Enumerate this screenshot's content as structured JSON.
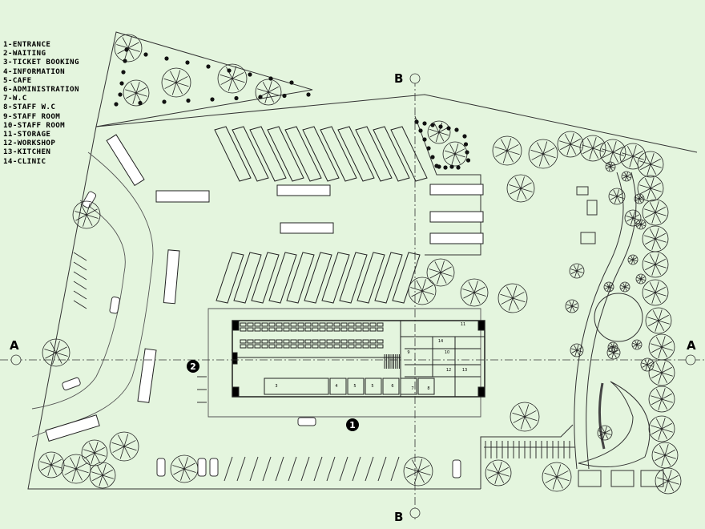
{
  "legend": [
    "1-ENTRANCE",
    "2-WAITING",
    "3-TICKET BOOKING",
    "4-INFORMATION",
    "5-CAFE",
    "6-ADMINISTRATION",
    "7-W.C",
    "8-STAFF W.C",
    "9-STAFF ROOM",
    "10-STAFF ROOM",
    "11-STORAGE",
    "12-WORKSHOP",
    "13-KITCHEN",
    "14-CLINIC"
  ],
  "section_labels": {
    "a_left": "A",
    "a_right": "A",
    "b_top": "B",
    "b_bottom": "B"
  },
  "markers": {
    "entrance": "1",
    "waiting": "2"
  },
  "room_numbers": [
    "3",
    "4",
    "5",
    "5",
    "6",
    "7",
    "8",
    "9",
    "10",
    "11",
    "12",
    "13",
    "14"
  ],
  "colors": {
    "background": "#e4f5de",
    "line": "#222222"
  }
}
